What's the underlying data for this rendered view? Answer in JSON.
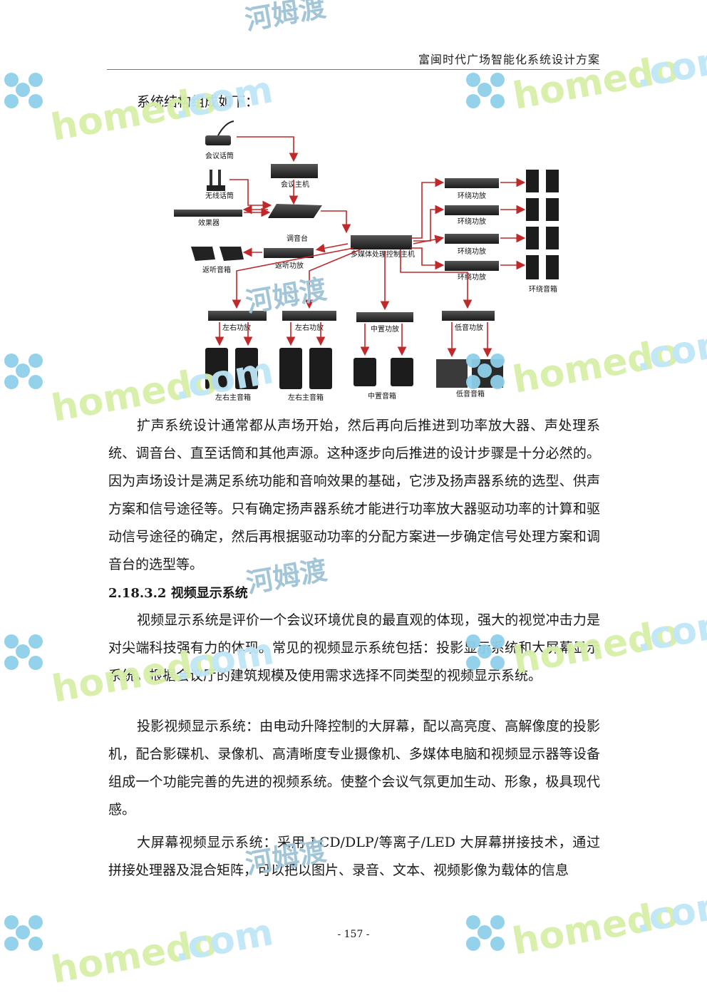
{
  "header": {
    "title": "富闽时代广场智能化系统设计方案"
  },
  "intro": "系统结构组成如下：",
  "diagram": {
    "labels": {
      "meeting_mic": "会议话筒",
      "meeting_host": "会议主机",
      "wireless_mic": "无线话筒",
      "effects": "效果器",
      "mixer": "调音台",
      "monitor_speaker": "返听音箱",
      "monitor_amp": "返听功放",
      "processor": "多媒体处理控制主机",
      "surround_amp1": "环绕功放",
      "surround_amp2": "环绕功放",
      "surround_amp3": "环绕功放",
      "surround_amp4": "环绕功放",
      "surround_speakers": "环绕音箱",
      "lr_amp1": "左右功放",
      "lr_amp2": "左右功放",
      "center_amp": "中置功放",
      "sub_amp": "低音功放",
      "lr_speakers1": "左右主音箱",
      "lr_speakers2": "左右主音箱",
      "center_speakers": "中置音箱",
      "sub_speakers": "低音音箱"
    }
  },
  "paragraph1": "扩声系统设计通常都从声场开始，然后再向后推进到功率放大器、声处理系统、调音台、直至话筒和其他声源。这种逐步向后推进的设计步骤是十分必然的。因为声场设计是满足系统功能和音响效果的基础，它涉及扬声器系统的选型、供声方案和信号途径等。只有确定扬声器系统才能进行功率放大器驱动功率的计算和驱动信号途径的确定，然后再根据驱动功率的分配方案进一步确定信号处理方案和调音台的选型等。",
  "heading": "2.18.3.2 视频显示系统",
  "paragraph2": "视频显示系统是评价一个会议环境优良的最直观的体现，强大的视觉冲击力是对尖端科技强有力的体现。常见的视频显示系统包括：投影显示系统和大屏幕显示系统。根据会议厅的建筑规模及使用需求选择不同类型的视频显示系统。",
  "paragraph3": "投影视频显示系统：由电动升降控制的大屏幕，配以高亮度、高解像度的投影机，配合影碟机、录像机、高清晰度专业摄像机、多媒体电脑和视频显示器等设备组成一个功能完善的先进的视频系统。使整个会议气氛更加生动、形象，极具现代感。",
  "paragraph4": "大屏幕视频显示系统：采用 LCD/DLP/等离子/LED 大屏幕拼接技术，通过拼接处理器及混合矩阵，可以把以图片、录音、文本、视频影像为载体的信息",
  "page_number": "- 157 -",
  "watermark": {
    "brand": "homedo",
    "dot_com": ".com",
    "cn": "河姆渡"
  },
  "colors": {
    "arrow": "#c0282a",
    "device": "#2b2b2b"
  }
}
